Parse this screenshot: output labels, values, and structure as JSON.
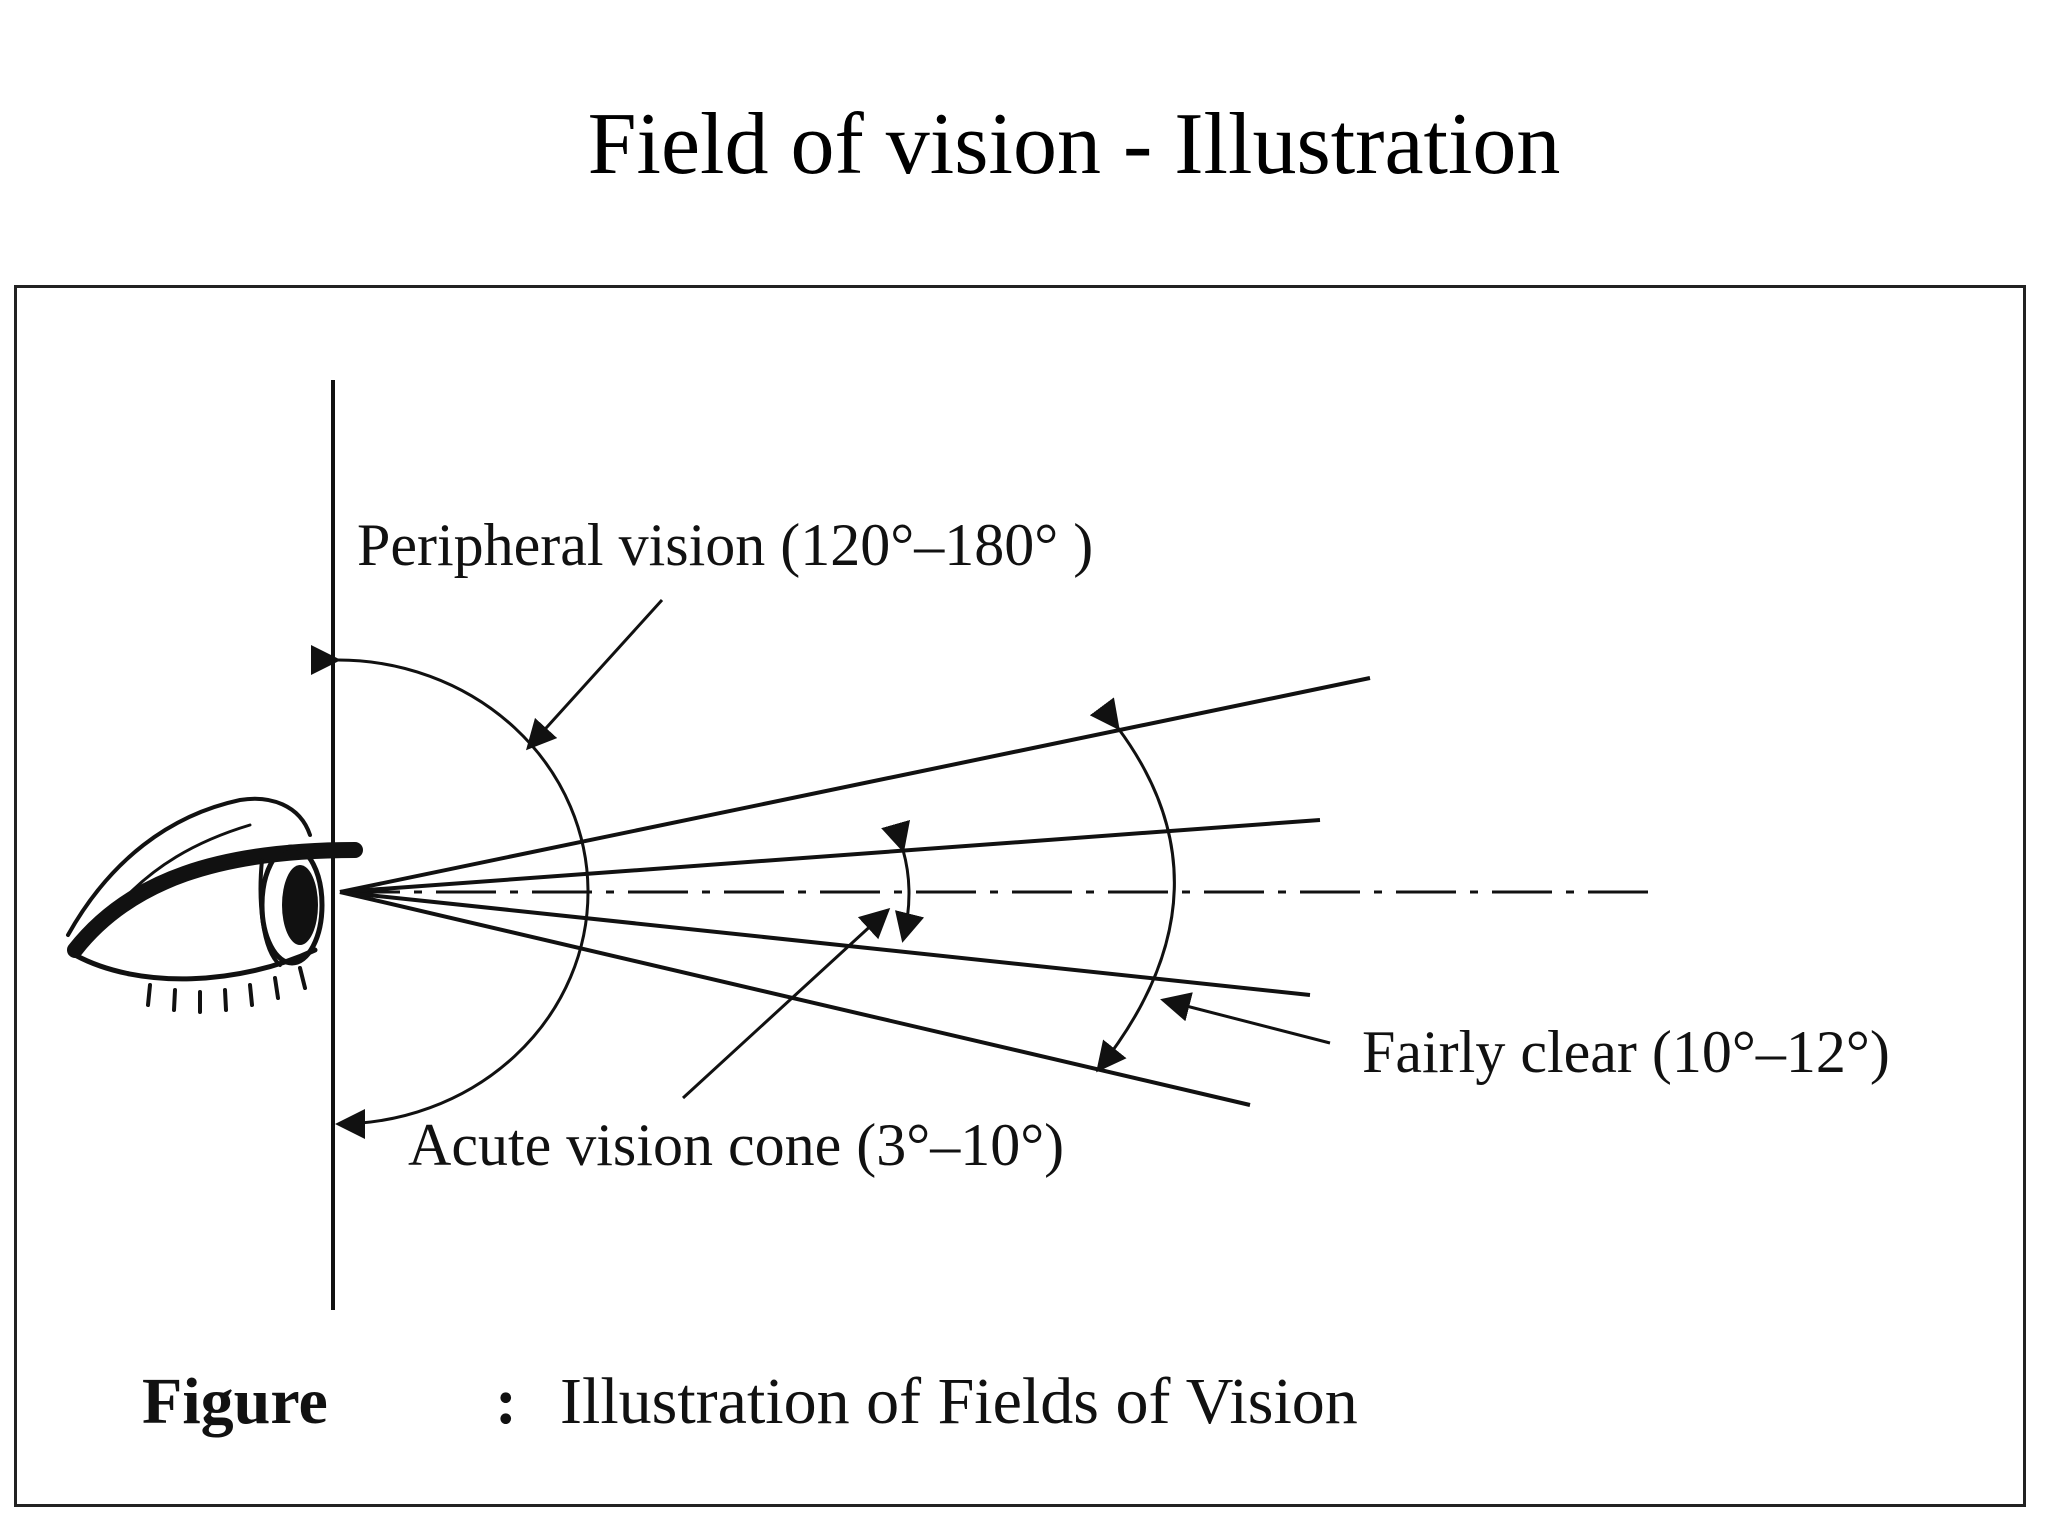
{
  "title": "Field of vision - Illustration",
  "labels": {
    "peripheral": "Peripheral vision (120°–180° )",
    "fairly_clear": "Fairly clear (10°–12°)",
    "acute": "Acute vision cone (3°–10°)"
  },
  "caption": {
    "prefix": "Figure",
    "separator": ":",
    "text": "Illustration of Fields of Vision"
  },
  "icons": {
    "eye": "eye-icon"
  },
  "colors": {
    "line": "#111111",
    "background": "#ffffff"
  }
}
